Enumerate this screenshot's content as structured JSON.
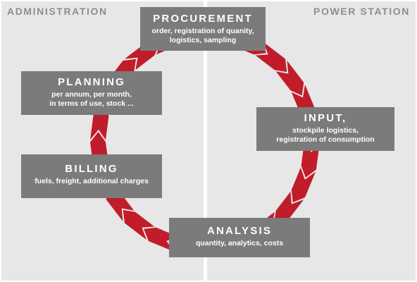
{
  "regions": {
    "left": "ADMINISTRATION",
    "right": "POWER STATION"
  },
  "colors": {
    "panel": "#e7e7e7",
    "box": "#7b7b7b",
    "box_text": "#ffffff",
    "cycle": "#c11c2a",
    "label": "#8e8e8e"
  },
  "steps": [
    {
      "id": "procurement",
      "title": "PROCUREMENT",
      "lines": [
        "order, registration of quanity,",
        "logistics, sampling"
      ]
    },
    {
      "id": "input",
      "title": "INPUT,",
      "lines": [
        "stockpile logistics,",
        "registration of consumption"
      ]
    },
    {
      "id": "analysis",
      "title": "ANALYSIS",
      "lines": [
        "quantity, analytics, costs"
      ]
    },
    {
      "id": "billing",
      "title": "BILLING",
      "lines": [
        "fuels, freight, additional charges"
      ]
    },
    {
      "id": "planning",
      "title": "PLANNING",
      "lines": [
        "per annum, per month,",
        "in terms of use, stock ..."
      ]
    }
  ],
  "flow_direction": "clockwise"
}
